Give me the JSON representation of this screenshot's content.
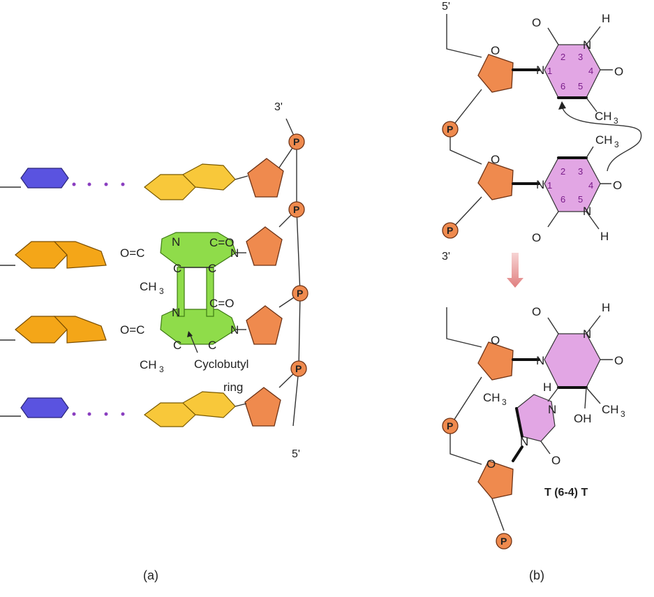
{
  "panel_a": {
    "label": "(a)",
    "end_top": "3'",
    "end_bottom": "5'",
    "phosphate": "P",
    "cyclobutyl_label_1": "Cyclobutyl",
    "cyclobutyl_label_2": "ring",
    "atoms": {
      "N": "N",
      "C": "C",
      "O": "O",
      "CH": "CH",
      "three": "3",
      "oc": "O=C",
      "co": "C=O"
    }
  },
  "panel_b": {
    "label": "(b)",
    "top_end": "5'",
    "mid_end": "3'",
    "phosphate": "P",
    "product_label": "T (6-4) T",
    "atoms": {
      "O": "O",
      "N": "N",
      "H": "H",
      "N1": "N",
      "CH3": "CH",
      "three": "3",
      "OH": "OH"
    },
    "ring_numbers": [
      "1",
      "2",
      "3",
      "4",
      "5",
      "6"
    ]
  },
  "colors": {
    "sugar": "#ef8a4e",
    "pyrimidine": "#e2a6e4",
    "purine_orange": "#f4a618",
    "purine_yellow": "#f8c83a",
    "pyrimidine_blue": "#5a53e0",
    "cyclobutane_green": "#8fdc4a",
    "arrow": "#e58e8e"
  }
}
